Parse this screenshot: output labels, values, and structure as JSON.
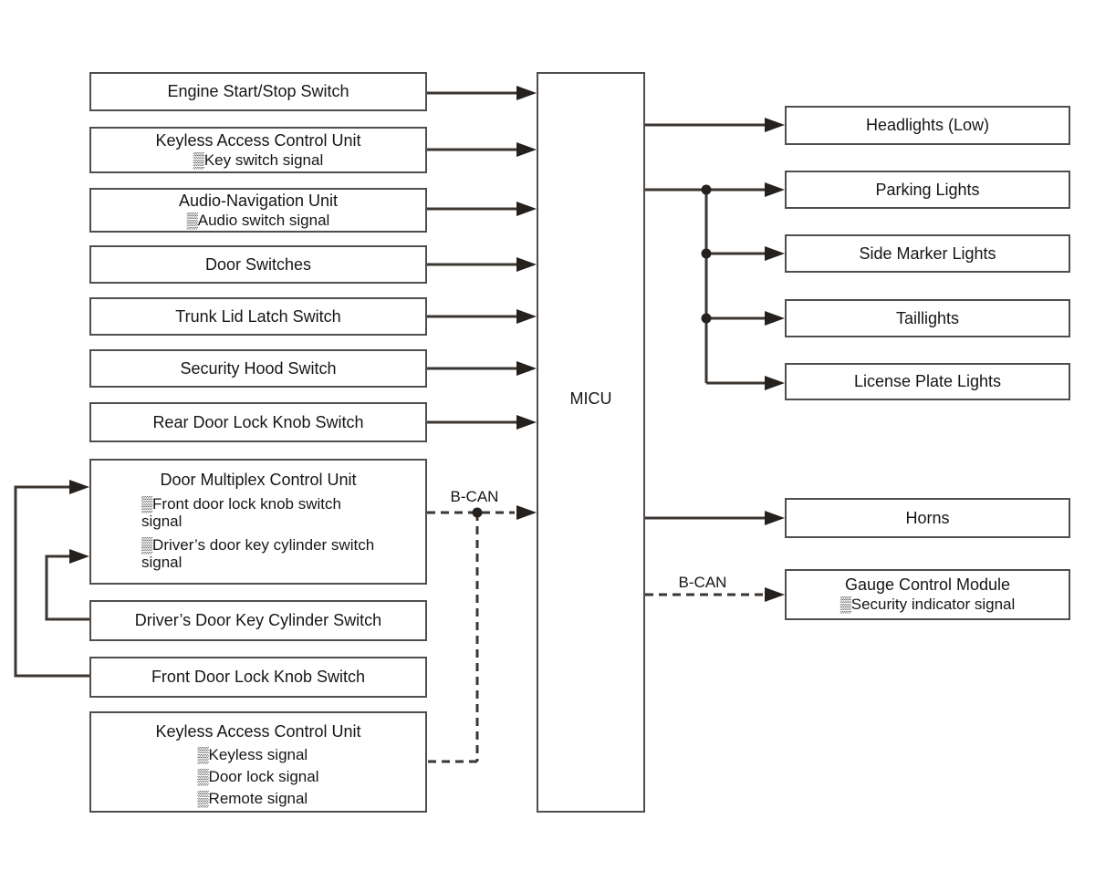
{
  "diagram": {
    "center_unit": "MICU",
    "bus_labels": {
      "left": "B-CAN",
      "right": "B-CAN"
    },
    "inputs": [
      {
        "title": "Engine Start/Stop Switch"
      },
      {
        "title": "Keyless Access Control Unit",
        "items": [
          "▒Key switch signal"
        ]
      },
      {
        "title": "Audio-Navigation Unit",
        "items": [
          "▒Audio switch signal"
        ]
      },
      {
        "title": "Door Switches"
      },
      {
        "title": "Trunk Lid Latch Switch"
      },
      {
        "title": "Security Hood Switch"
      },
      {
        "title": "Rear Door Lock Knob Switch"
      },
      {
        "title": "Door Multiplex Control Unit",
        "items": [
          "▒Front door lock knob switch signal",
          "▒Driver’s door key cylinder switch signal"
        ]
      },
      {
        "title": "Driver’s Door Key Cylinder Switch"
      },
      {
        "title": "Front Door Lock Knob Switch"
      },
      {
        "title": "Keyless Access Control Unit",
        "items": [
          "▒Keyless signal",
          "▒Door lock signal",
          "▒Remote signal"
        ]
      }
    ],
    "outputs": [
      {
        "title": "Headlights (Low)"
      },
      {
        "title": "Parking Lights"
      },
      {
        "title": "Side Marker Lights"
      },
      {
        "title": "Taillights"
      },
      {
        "title": "License Plate Lights"
      },
      {
        "title": "Horns"
      },
      {
        "title": "Gauge Control Module",
        "items": [
          "▒Security indicator signal"
        ]
      }
    ],
    "colors": {
      "ink": "#3b3631",
      "box_border": "#514d4b",
      "background": "#ffffff"
    }
  }
}
